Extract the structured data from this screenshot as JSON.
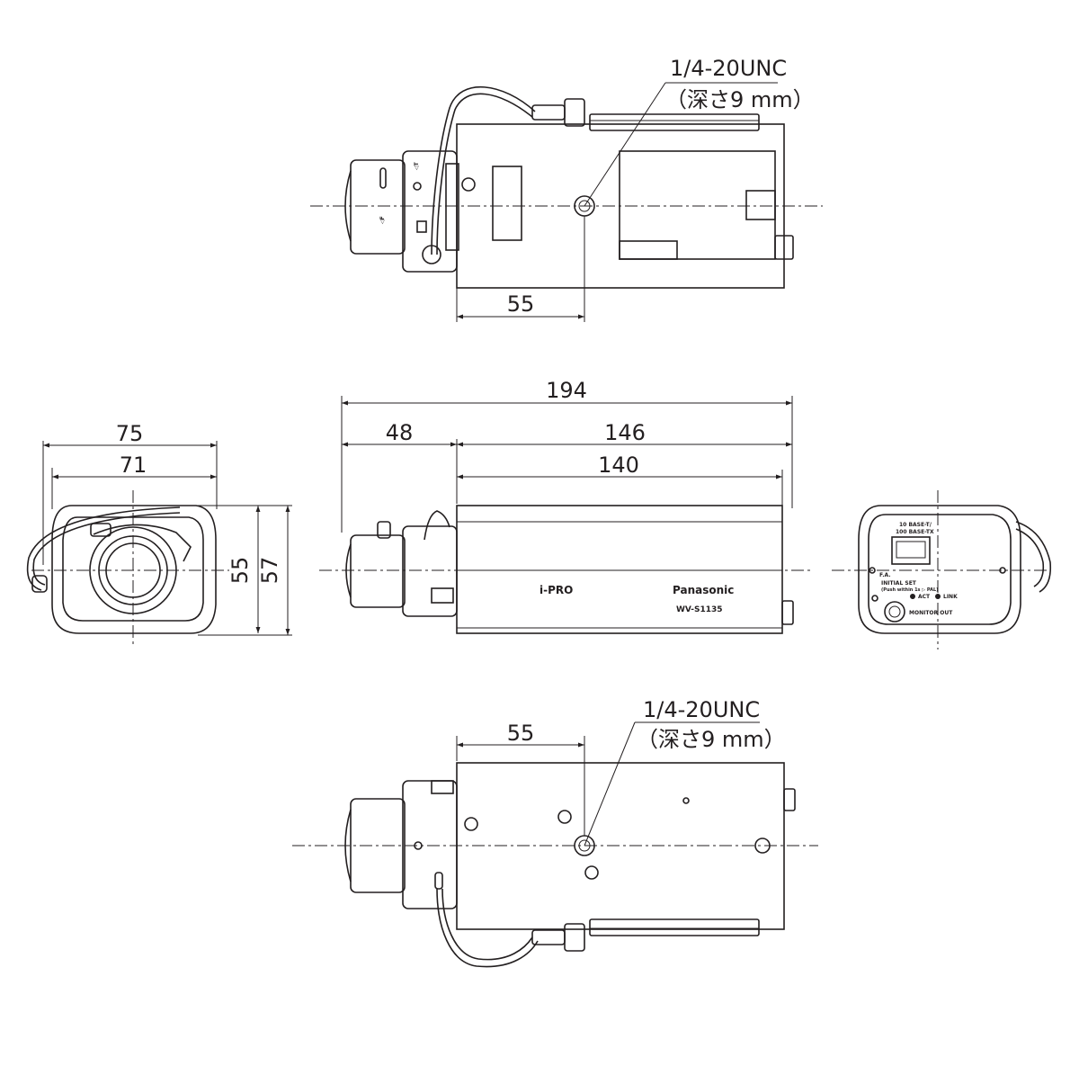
{
  "top_view": {
    "thread_spec": "1/4-20UNC",
    "thread_depth": "（深さ9 mm）",
    "dim_55": "55",
    "lens_mark_f": "◁F",
    "lens_mark_t": "◁T"
  },
  "front_view": {
    "dim_75": "75",
    "dim_71": "71",
    "dim_55": "55",
    "dim_57": "57"
  },
  "side_view": {
    "dim_194": "194",
    "dim_48": "48",
    "dim_146": "146",
    "dim_140": "140",
    "logo_ipro": "i-PRO",
    "brand": "Panasonic",
    "model": "WV-S1135"
  },
  "rear_view": {
    "port_label_1": "10 BASE-T/",
    "port_label_2": "100 BASE-TX",
    "fa_label": "F.A.",
    "initial_set_1": "INITIAL SET",
    "initial_set_2": "(Push within 1s ▷ PAL)",
    "act_label": "ACT",
    "link_label": "LINK",
    "monitor_out_label": "MONITOR OUT"
  },
  "bottom_view": {
    "thread_spec": "1/4-20UNC",
    "thread_depth": "（深さ9 mm）",
    "dim_55": "55"
  }
}
